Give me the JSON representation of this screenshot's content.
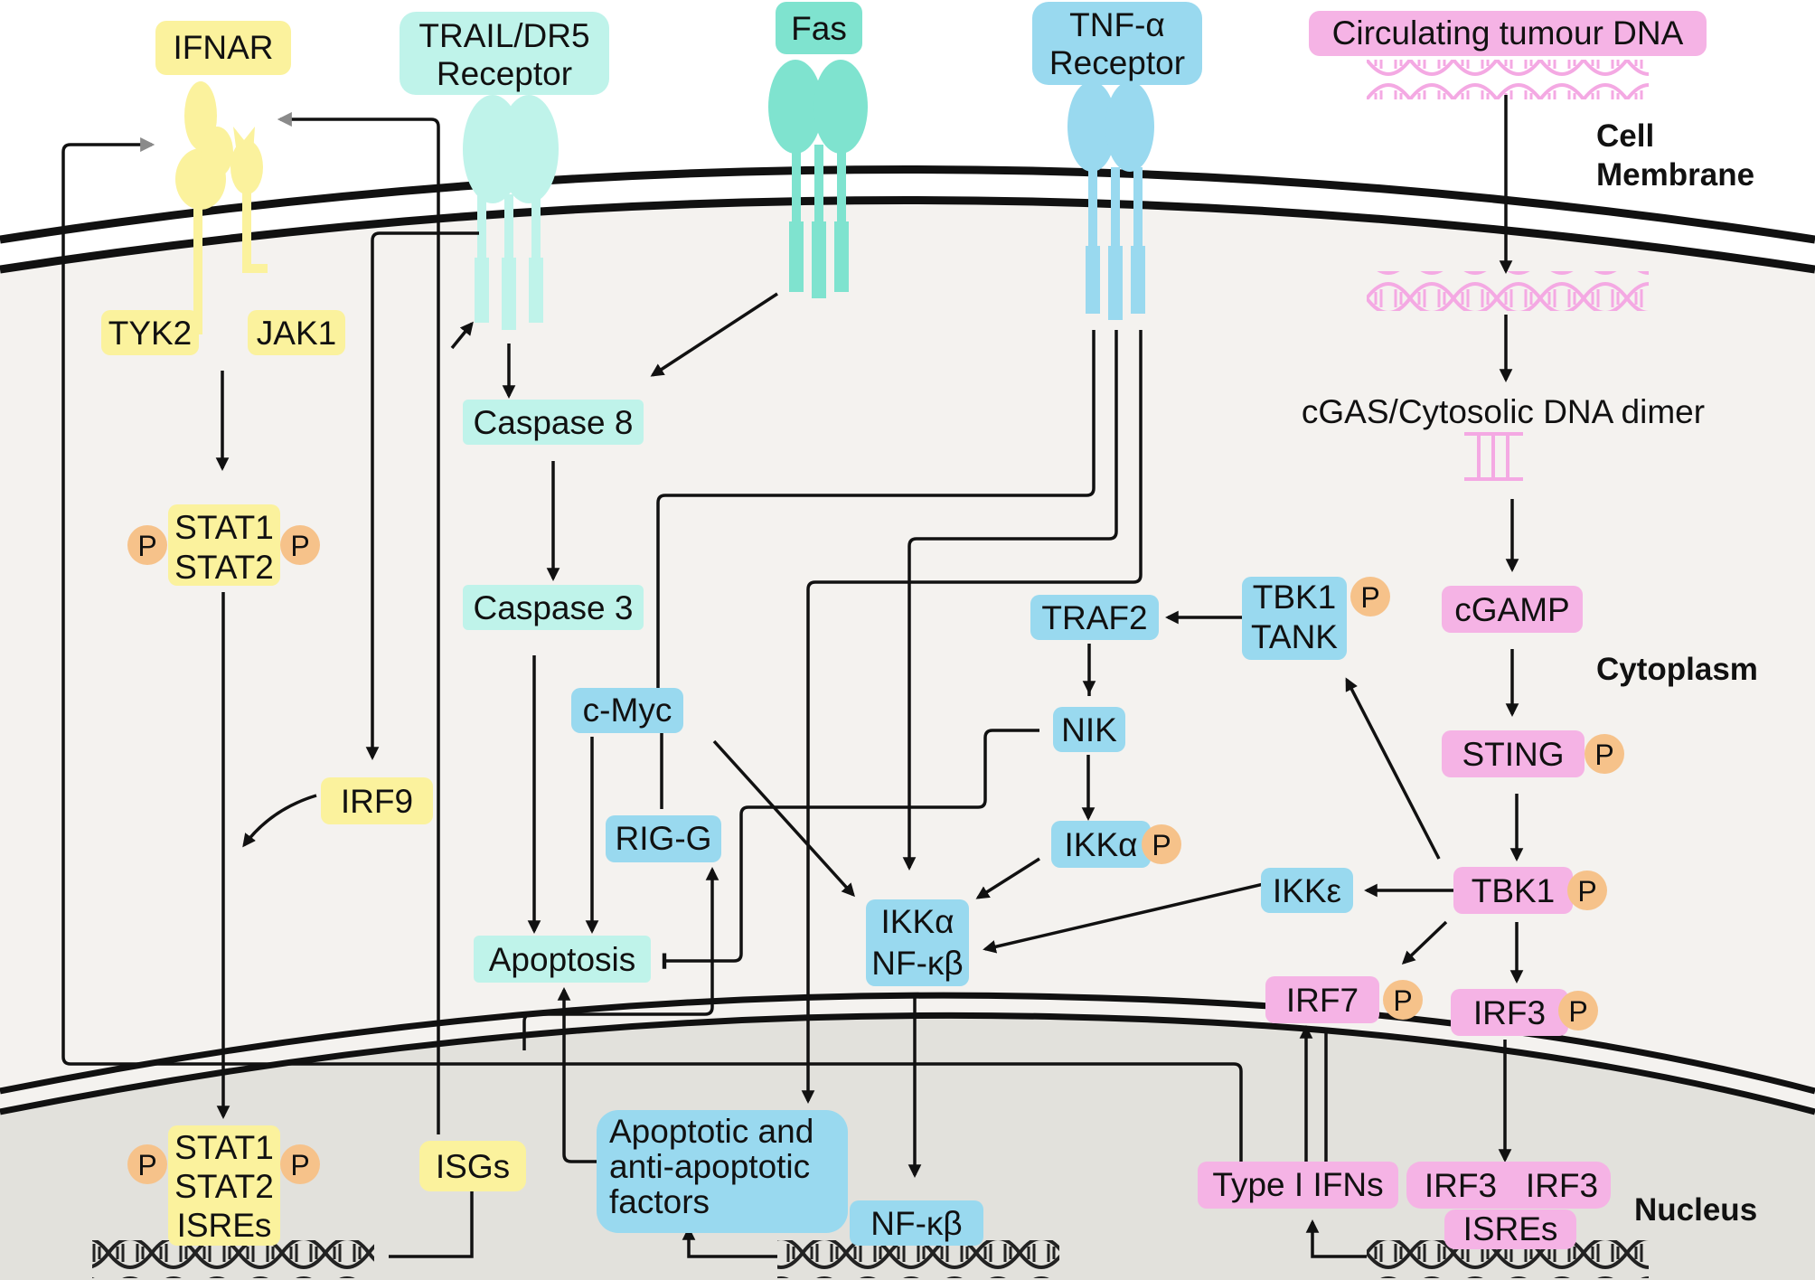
{
  "colors": {
    "yellow": "#fbf29d",
    "teal_light": "#bff3ea",
    "teal": "#7fe3cf",
    "blue": "#99d9ef",
    "pink": "#f5b3e5",
    "phospho": "#f6c28a",
    "cytoplasm": "#f4f2ef",
    "nucleus": "#e2e1dc",
    "dna_pink": "#f4a9e3"
  },
  "regions": {
    "cell_membrane": [
      "Cell",
      "Membrane"
    ],
    "cytoplasm": "Cytoplasm",
    "nucleus": "Nucleus"
  },
  "receptors": {
    "ifnar": "IFNAR",
    "trail": [
      "TRAIL/DR5",
      "Receptor"
    ],
    "fas": "Fas",
    "tnf": [
      "TNF-α",
      "Receptor"
    ],
    "ctdna": "Circulating tumour DNA"
  },
  "nodes": {
    "tyk2": "TYK2",
    "jak1": "JAK1",
    "stat1": "STAT1",
    "stat2": "STAT2",
    "irf9": "IRF9",
    "stat1_n": "STAT1",
    "stat2_n": "STAT2",
    "isres_stat": "ISREs",
    "isgs": "ISGs",
    "caspase8": "Caspase 8",
    "caspase3": "Caspase 3",
    "apoptosis": "Apoptosis",
    "cmyc": "c-Myc",
    "rigg": "RIG-G",
    "apoptotic_factors": [
      "Apoptotic and",
      "anti-apoptotic",
      "factors"
    ],
    "nfkb_n": "NF-κβ",
    "traf2": "TRAF2",
    "nik": "NIK",
    "ikka": "IKKα",
    "ikka_nfkb": [
      "IKKα",
      "NF-κβ"
    ],
    "tbk1_tank": [
      "TBK1",
      "TANK"
    ],
    "ikke": "IKKε",
    "cgas": "cGAS/Cytosolic DNA dimer",
    "cgamp": "cGAMP",
    "sting": "STING",
    "tbk1": "TBK1",
    "irf7": "IRF7",
    "irf3": "IRF3",
    "type1ifns": "Type I IFNs",
    "irf3_a": "IRF3",
    "irf3_b": "IRF3",
    "isres_irf": "ISREs"
  },
  "phospho_label": "P"
}
